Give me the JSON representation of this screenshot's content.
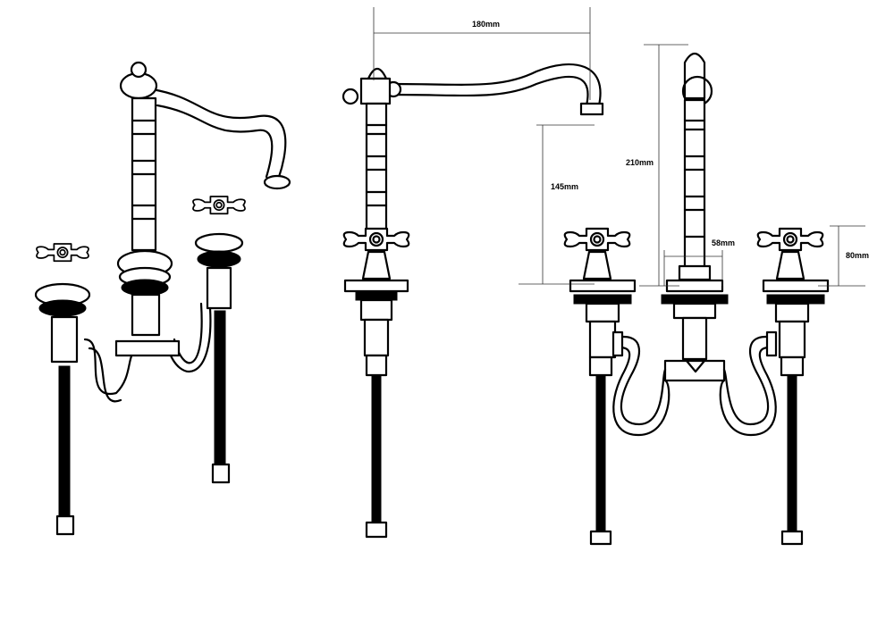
{
  "dimensions": {
    "spout_reach": "180mm",
    "spout_height": "145mm",
    "overall_height": "210mm",
    "body_width": "58mm",
    "handle_height": "80mm"
  }
}
